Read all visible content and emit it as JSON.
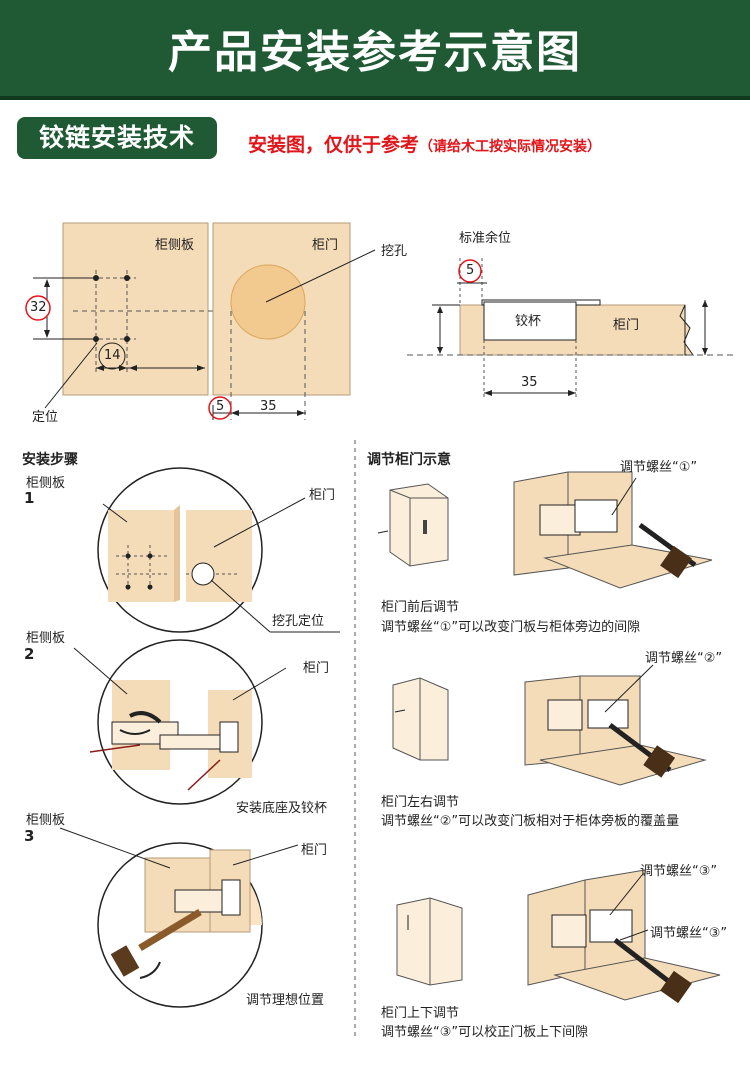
{
  "header": {
    "title": "产品安装参考示意图"
  },
  "section": {
    "tag": "铰链安装技术",
    "note_main": "安装图，仅供于参考",
    "note_sub": "（请给木工按实际情况安装）"
  },
  "top_left": {
    "panel_side": "柜侧板",
    "panel_door": "柜门",
    "hole": "挖孔",
    "dim_32": "32",
    "dim_14": "14",
    "dim_5": "5",
    "dim_35": "35",
    "position": "定位"
  },
  "top_right": {
    "allowance": "标准余位",
    "dim_5": "5",
    "cup": "铰杯",
    "door": "柜门",
    "dim_35": "35"
  },
  "steps": {
    "title": "安装步骤",
    "s1": {
      "num": "1",
      "panel": "柜侧板",
      "door": "柜门",
      "caption": "挖孔定位"
    },
    "s2": {
      "num": "2",
      "panel": "柜侧板",
      "door": "柜门",
      "caption": "安装底座及铰杯"
    },
    "s3": {
      "num": "3",
      "panel": "柜侧板",
      "door": "柜门",
      "caption": "调节理想位置"
    }
  },
  "adjust": {
    "title": "调节柜门示意",
    "a1": {
      "screw": "调节螺丝“①”",
      "name": "柜门前后调节",
      "desc": "调节螺丝“①”可以改变门板与柜体旁边的间隙"
    },
    "a2": {
      "screw": "调节螺丝“②”",
      "name": "柜门左右调节",
      "desc": "调节螺丝“②”可以改变门板相对于柜体旁板的覆盖量"
    },
    "a3": {
      "screw_top": "调节螺丝“③”",
      "screw_mid": "调节螺丝“③”",
      "name": "柜门上下调节",
      "desc": "调节螺丝“③”可以校正门板上下间隙"
    }
  },
  "colors": {
    "banner": "#1f5a34",
    "wood": "#f5dcb8",
    "hole": "#f2c98f",
    "red": "#e0161b"
  }
}
